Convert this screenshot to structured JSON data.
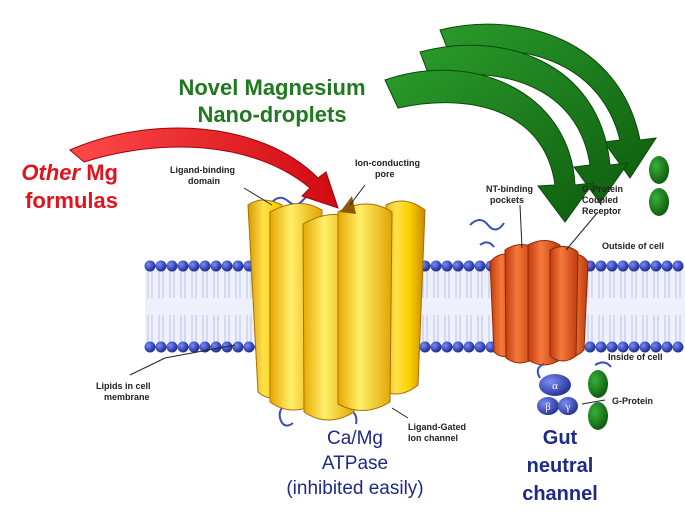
{
  "headings": {
    "novel_line1": "Novel Magnesium",
    "novel_line2": "Nano-droplets",
    "other_italic": "Other",
    "other_rest": " Mg",
    "other_line2": "formulas"
  },
  "labels": {
    "ligand_binding_1": "Ligand-binding",
    "ligand_binding_2": "domain",
    "ion_pore_1": "Ion-conducting",
    "ion_pore_2": "pore",
    "nt_binding_1": "NT-binding",
    "nt_binding_2": "pockets",
    "gpcr_1": "G-Protein",
    "gpcr_2": "Coupled",
    "gpcr_3": "Receptor",
    "outside": "Outside of cell",
    "inside": "Inside of cell",
    "lipids_1": "Lipids in cell",
    "lipids_2": "membrane",
    "lgic_1": "Ligand-Gated",
    "lgic_2": "Ion channel",
    "gprotein": "G-Protein",
    "alpha": "α",
    "beta": "β",
    "gamma": "γ"
  },
  "channels": {
    "camg_1": "Ca/Mg",
    "camg_2": "ATPase",
    "camg_3": "(inhibited easily)",
    "gut_1": "Gut",
    "gut_2": "neutral",
    "gut_3": "channel"
  },
  "colors": {
    "green_arrow": "#1b7d1b",
    "red_arrow": "#e0141e",
    "atpase_yellow": "#f5c400",
    "gpcr_orange": "#e8501a",
    "lipid_blue": "#3a4cc0",
    "label_blue": "#1e2a8a"
  }
}
